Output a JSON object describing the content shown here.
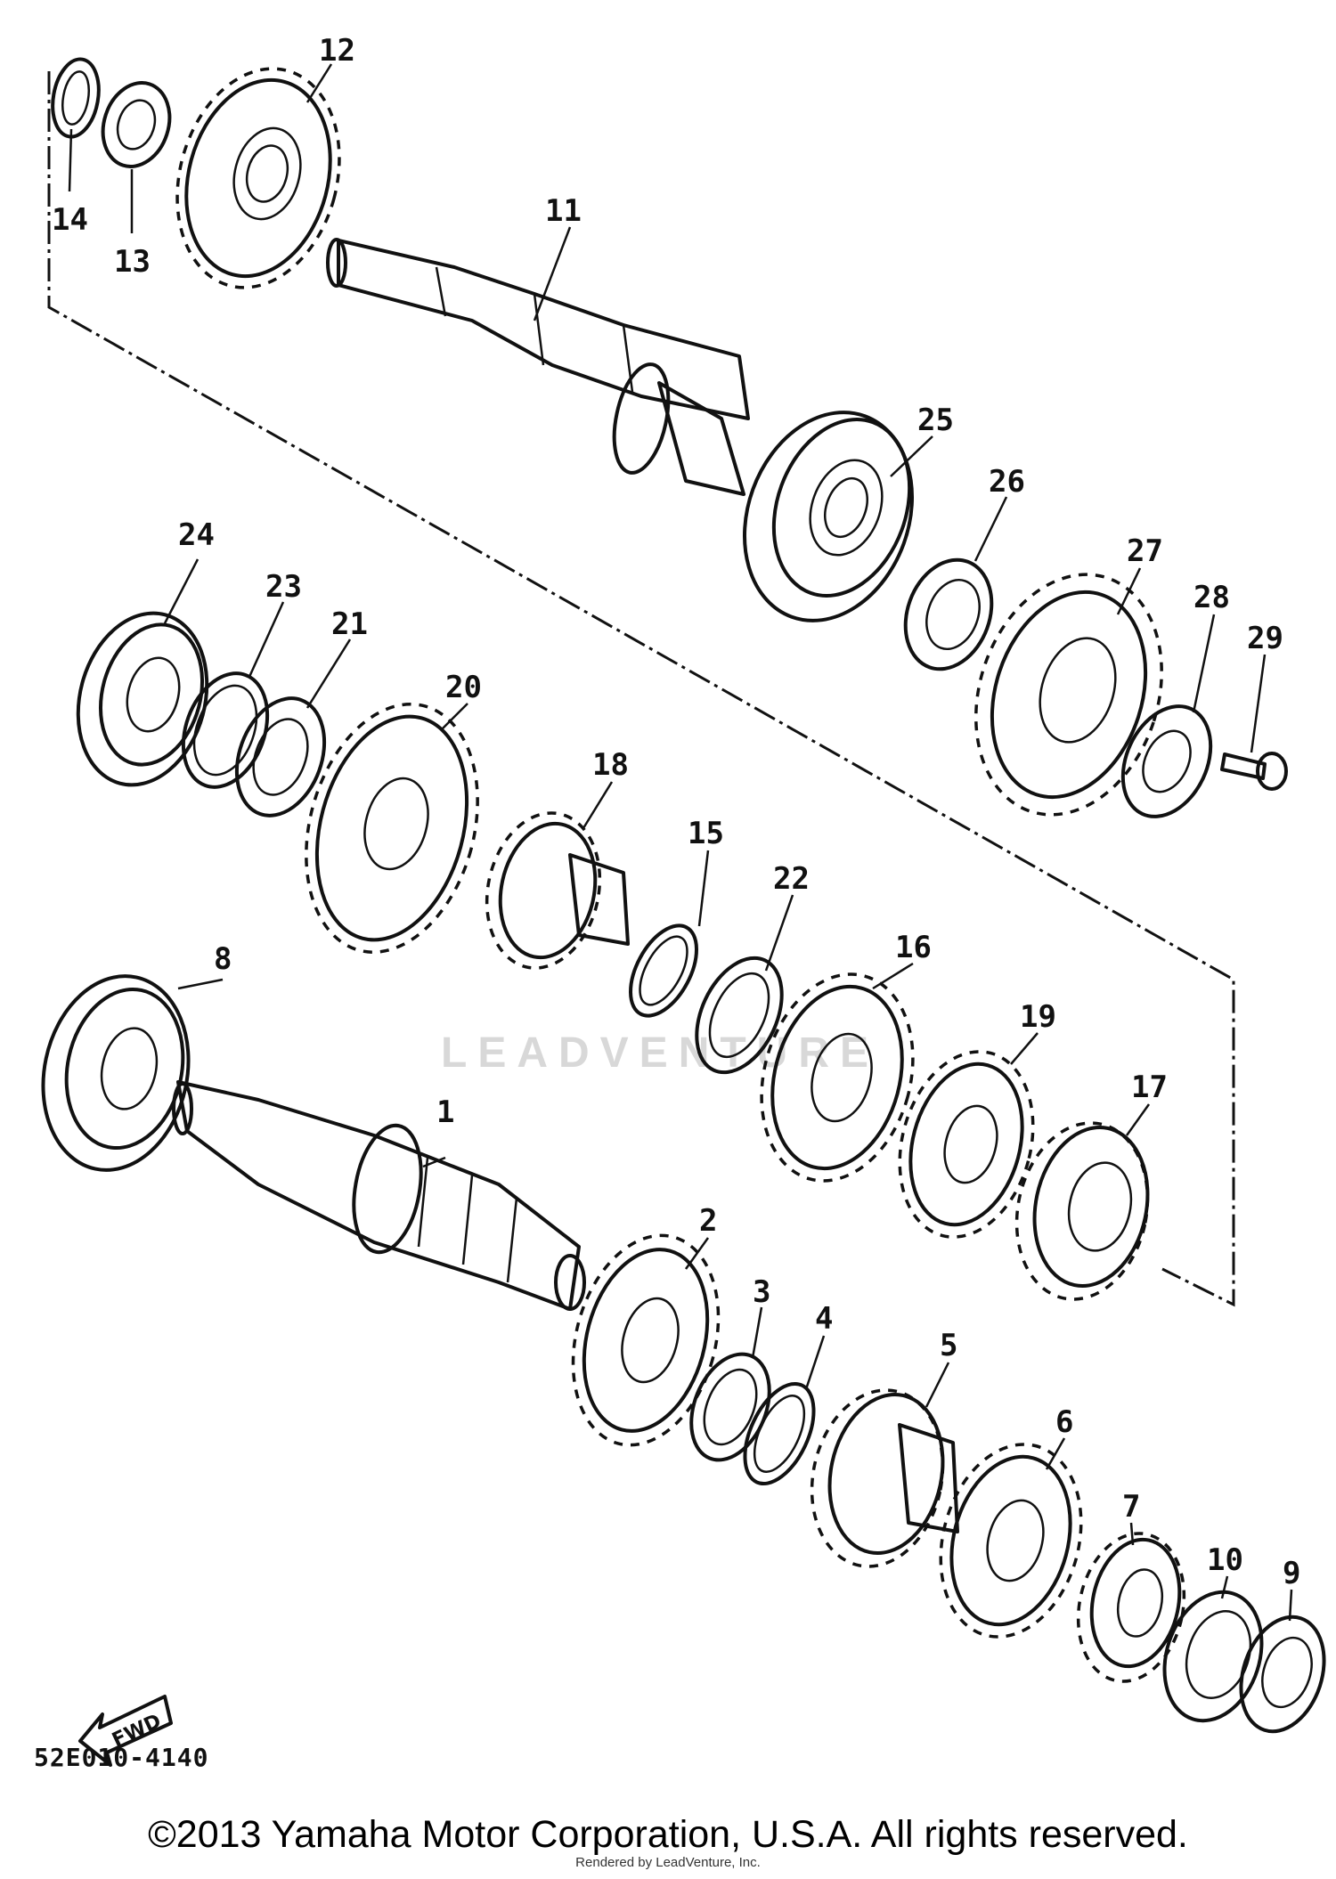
{
  "diagram": {
    "code": "52E010-4140",
    "direction_label": "FWD",
    "callouts": {
      "c1": "1",
      "c2": "2",
      "c3": "3",
      "c4": "4",
      "c5": "5",
      "c6": "6",
      "c7": "7",
      "c8": "8",
      "c9": "9",
      "c10": "10",
      "c11": "11",
      "c12": "12",
      "c13": "13",
      "c14": "14",
      "c15": "15",
      "c16": "16",
      "c17": "17",
      "c18": "18",
      "c19": "19",
      "c20": "20",
      "c21": "21",
      "c22": "22",
      "c23": "23",
      "c24": "24",
      "c25": "25",
      "c26": "26",
      "c27": "27",
      "c28": "28",
      "c29": "29"
    }
  },
  "watermark": "LEADVENTURE",
  "footer": {
    "copyright": "©2013 Yamaha Motor Corporation, U.S.A. All rights reserved.",
    "rendered_by": "Rendered by LeadVenture, Inc."
  },
  "colors": {
    "ink": "#111111",
    "background": "#ffffff",
    "watermark": "#d8d8d8"
  }
}
